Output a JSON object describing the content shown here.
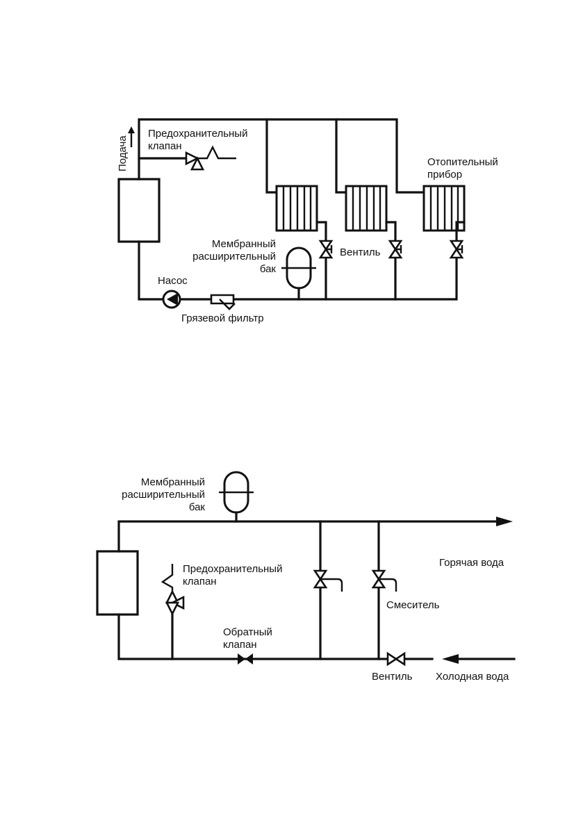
{
  "diagram_heating": {
    "supply_label": "Подача",
    "safety_valve_label": [
      "Предохранительный",
      "клапан"
    ],
    "heater_label": [
      "Отопительный",
      "прибор"
    ],
    "tank_label": [
      "Мембранный",
      "расширительный",
      "бак"
    ],
    "valve_label": "Вентиль",
    "pump_label": "Насос",
    "filter_label": "Грязевой фильтр"
  },
  "diagram_water": {
    "tank_label": [
      "Мембранный",
      "расширительный",
      "бак"
    ],
    "safety_valve_label": [
      "Предохранительный",
      "клапан"
    ],
    "check_valve_label": [
      "Обратный",
      "клапан"
    ],
    "hot_water_label": "Горячая вода",
    "mixer_label": "Смеситель",
    "valve_label": "Вентиль",
    "cold_water_label": "Холодная вода"
  },
  "colors": {
    "line": "#111111",
    "background": "#ffffff"
  }
}
